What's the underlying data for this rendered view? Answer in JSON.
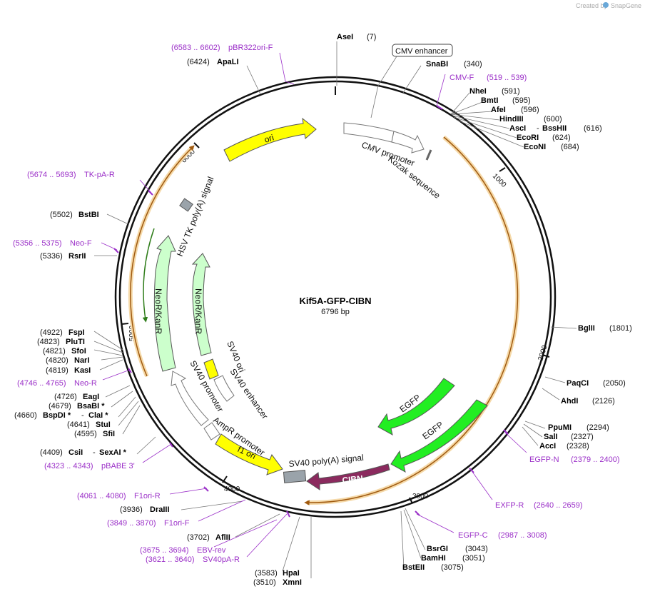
{
  "brand": {
    "created_by": "Created by",
    "app": "SnapGene"
  },
  "plasmid": {
    "name": "Kif5A-GFP-CIBN",
    "length": "6796 bp"
  },
  "ticks": [
    "1000",
    "2000",
    "3000",
    "4000",
    "5000",
    "6000"
  ],
  "features": {
    "cmv_enhancer": "CMV enhancer",
    "cmv_promoter": "CMV promoter",
    "kozak": "Kozak sequence",
    "ori": "ori",
    "hsv": "HSV TK poly(A) signal",
    "neor_outer": "NeoR/KanR",
    "neor_inner": "NeoR/KanR",
    "sv40_ori": "SV40 ori",
    "sv40_enhancer": "SV40 enhancer",
    "sv40_promoter": "SV40 promoter",
    "ampr_promoter": "AmpR promoter",
    "f1_ori": "f1 ori",
    "sv40_polya": "SV40 poly(A) signal",
    "egfp1": "EGFP",
    "egfp2": "EGFP",
    "cibn": "CIBN"
  },
  "enzymes": {
    "asei": {
      "name": "AseI",
      "pos": "(7)"
    },
    "snabi": {
      "name": "SnaBI",
      "pos": "(340)"
    },
    "nhei": {
      "name": "NheI",
      "pos": "(591)"
    },
    "bmti": {
      "name": "BmtI",
      "pos": "(595)"
    },
    "afei": {
      "name": "AfeI",
      "pos": "(596)"
    },
    "hindiii": {
      "name": "HindIII",
      "pos": "(600)"
    },
    "asci": {
      "name": "AscI",
      "sep": "-",
      "name2": "BssHII",
      "pos": "(616)"
    },
    "ecori": {
      "name": "EcoRI",
      "pos": "(624)"
    },
    "econi": {
      "name": "EcoNI",
      "pos": "(684)"
    },
    "bglii": {
      "name": "BglII",
      "pos": "(1801)"
    },
    "paqci": {
      "name": "PaqCI",
      "pos": "(2050)"
    },
    "ahdi": {
      "name": "AhdI",
      "pos": "(2126)"
    },
    "ppumi": {
      "name": "PpuMI",
      "pos": "(2294)"
    },
    "sali": {
      "name": "SalI",
      "pos": "(2327)"
    },
    "acci": {
      "name": "AccI",
      "pos": "(2328)"
    },
    "bsrgi": {
      "name": "BsrGI",
      "pos": "(3043)"
    },
    "bamhi": {
      "name": "BamHI",
      "pos": "(3051)"
    },
    "bsteii": {
      "name": "BstEII",
      "pos": "(3075)"
    },
    "xmni": {
      "name": "XmnI",
      "pos": "(3510)"
    },
    "hpai": {
      "name": "HpaI",
      "pos": "(3583)"
    },
    "aflii": {
      "name": "AflII",
      "pos": "(3702)"
    },
    "draiii": {
      "name": "DraIII",
      "pos": "(3936)"
    },
    "csii": {
      "name": "CsiI",
      "sep": "-",
      "name2": "SexAI *",
      "pos": "(4409)"
    },
    "sfii": {
      "name": "SfiI",
      "pos": "(4595)"
    },
    "stui": {
      "name": "StuI",
      "pos": "(4641)"
    },
    "bspdi": {
      "name": "BspDI *",
      "sep": "-",
      "name2": "ClaI *",
      "pos": "(4660)"
    },
    "bsabi": {
      "name": "BsaBI *",
      "pos": "(4679)"
    },
    "eagi": {
      "name": "EagI",
      "pos": "(4726)"
    },
    "kasi": {
      "name": "KasI",
      "pos": "(4819)"
    },
    "nari": {
      "name": "NarI",
      "pos": "(4820)"
    },
    "sfoi": {
      "name": "SfoI",
      "pos": "(4821)"
    },
    "plui": {
      "name": "PluTI",
      "pos": "(4823)"
    },
    "fspi": {
      "name": "FspI",
      "pos": "(4922)"
    },
    "rsrii": {
      "name": "RsrII",
      "pos": "(5336)"
    },
    "bstbi": {
      "name": "BstBI",
      "pos": "(5502)"
    },
    "apali": {
      "name": "ApaLI",
      "pos": "(6424)"
    }
  },
  "primers": {
    "pbr322": {
      "range": "(6583 .. 6602)",
      "name": "pBR322ori-F"
    },
    "cmvf": {
      "name": "CMV-F",
      "range": "(519 .. 539)"
    },
    "tkpa": {
      "range": "(5674 .. 5693)",
      "name": "TK-pA-R"
    },
    "neof": {
      "range": "(5356 .. 5375)",
      "name": "Neo-F"
    },
    "neor": {
      "range": "(4746 .. 4765)",
      "name": "Neo-R"
    },
    "pbabe": {
      "range": "(4323 .. 4343)",
      "name": "pBABE 3'"
    },
    "f1orir": {
      "range": "(4061 .. 4080)",
      "name": "F1ori-R"
    },
    "f1orif": {
      "range": "(3849 .. 3870)",
      "name": "F1ori-F"
    },
    "ebvrev": {
      "range": "(3675 .. 3694)",
      "name": "EBV-rev"
    },
    "sv40par": {
      "range": "(3621 .. 3640)",
      "name": "SV40pA-R"
    },
    "egfpn": {
      "name": "EGFP-N",
      "range": "(2379 .. 2400)"
    },
    "exfpr": {
      "name": "EXFP-R",
      "range": "(2640 .. 2659)"
    },
    "egfpc": {
      "name": "EGFP-C",
      "range": "(2987 .. 3008)"
    }
  },
  "colors": {
    "backbone": "#111111",
    "ori": "#ffff00",
    "neor": "#ccffcc",
    "egfp": "#22ee22",
    "cibn": "#8b2a5e",
    "orf_arc": "#f0a040",
    "primer": "#9b30c8",
    "grey_box": "#9aa3aa"
  }
}
